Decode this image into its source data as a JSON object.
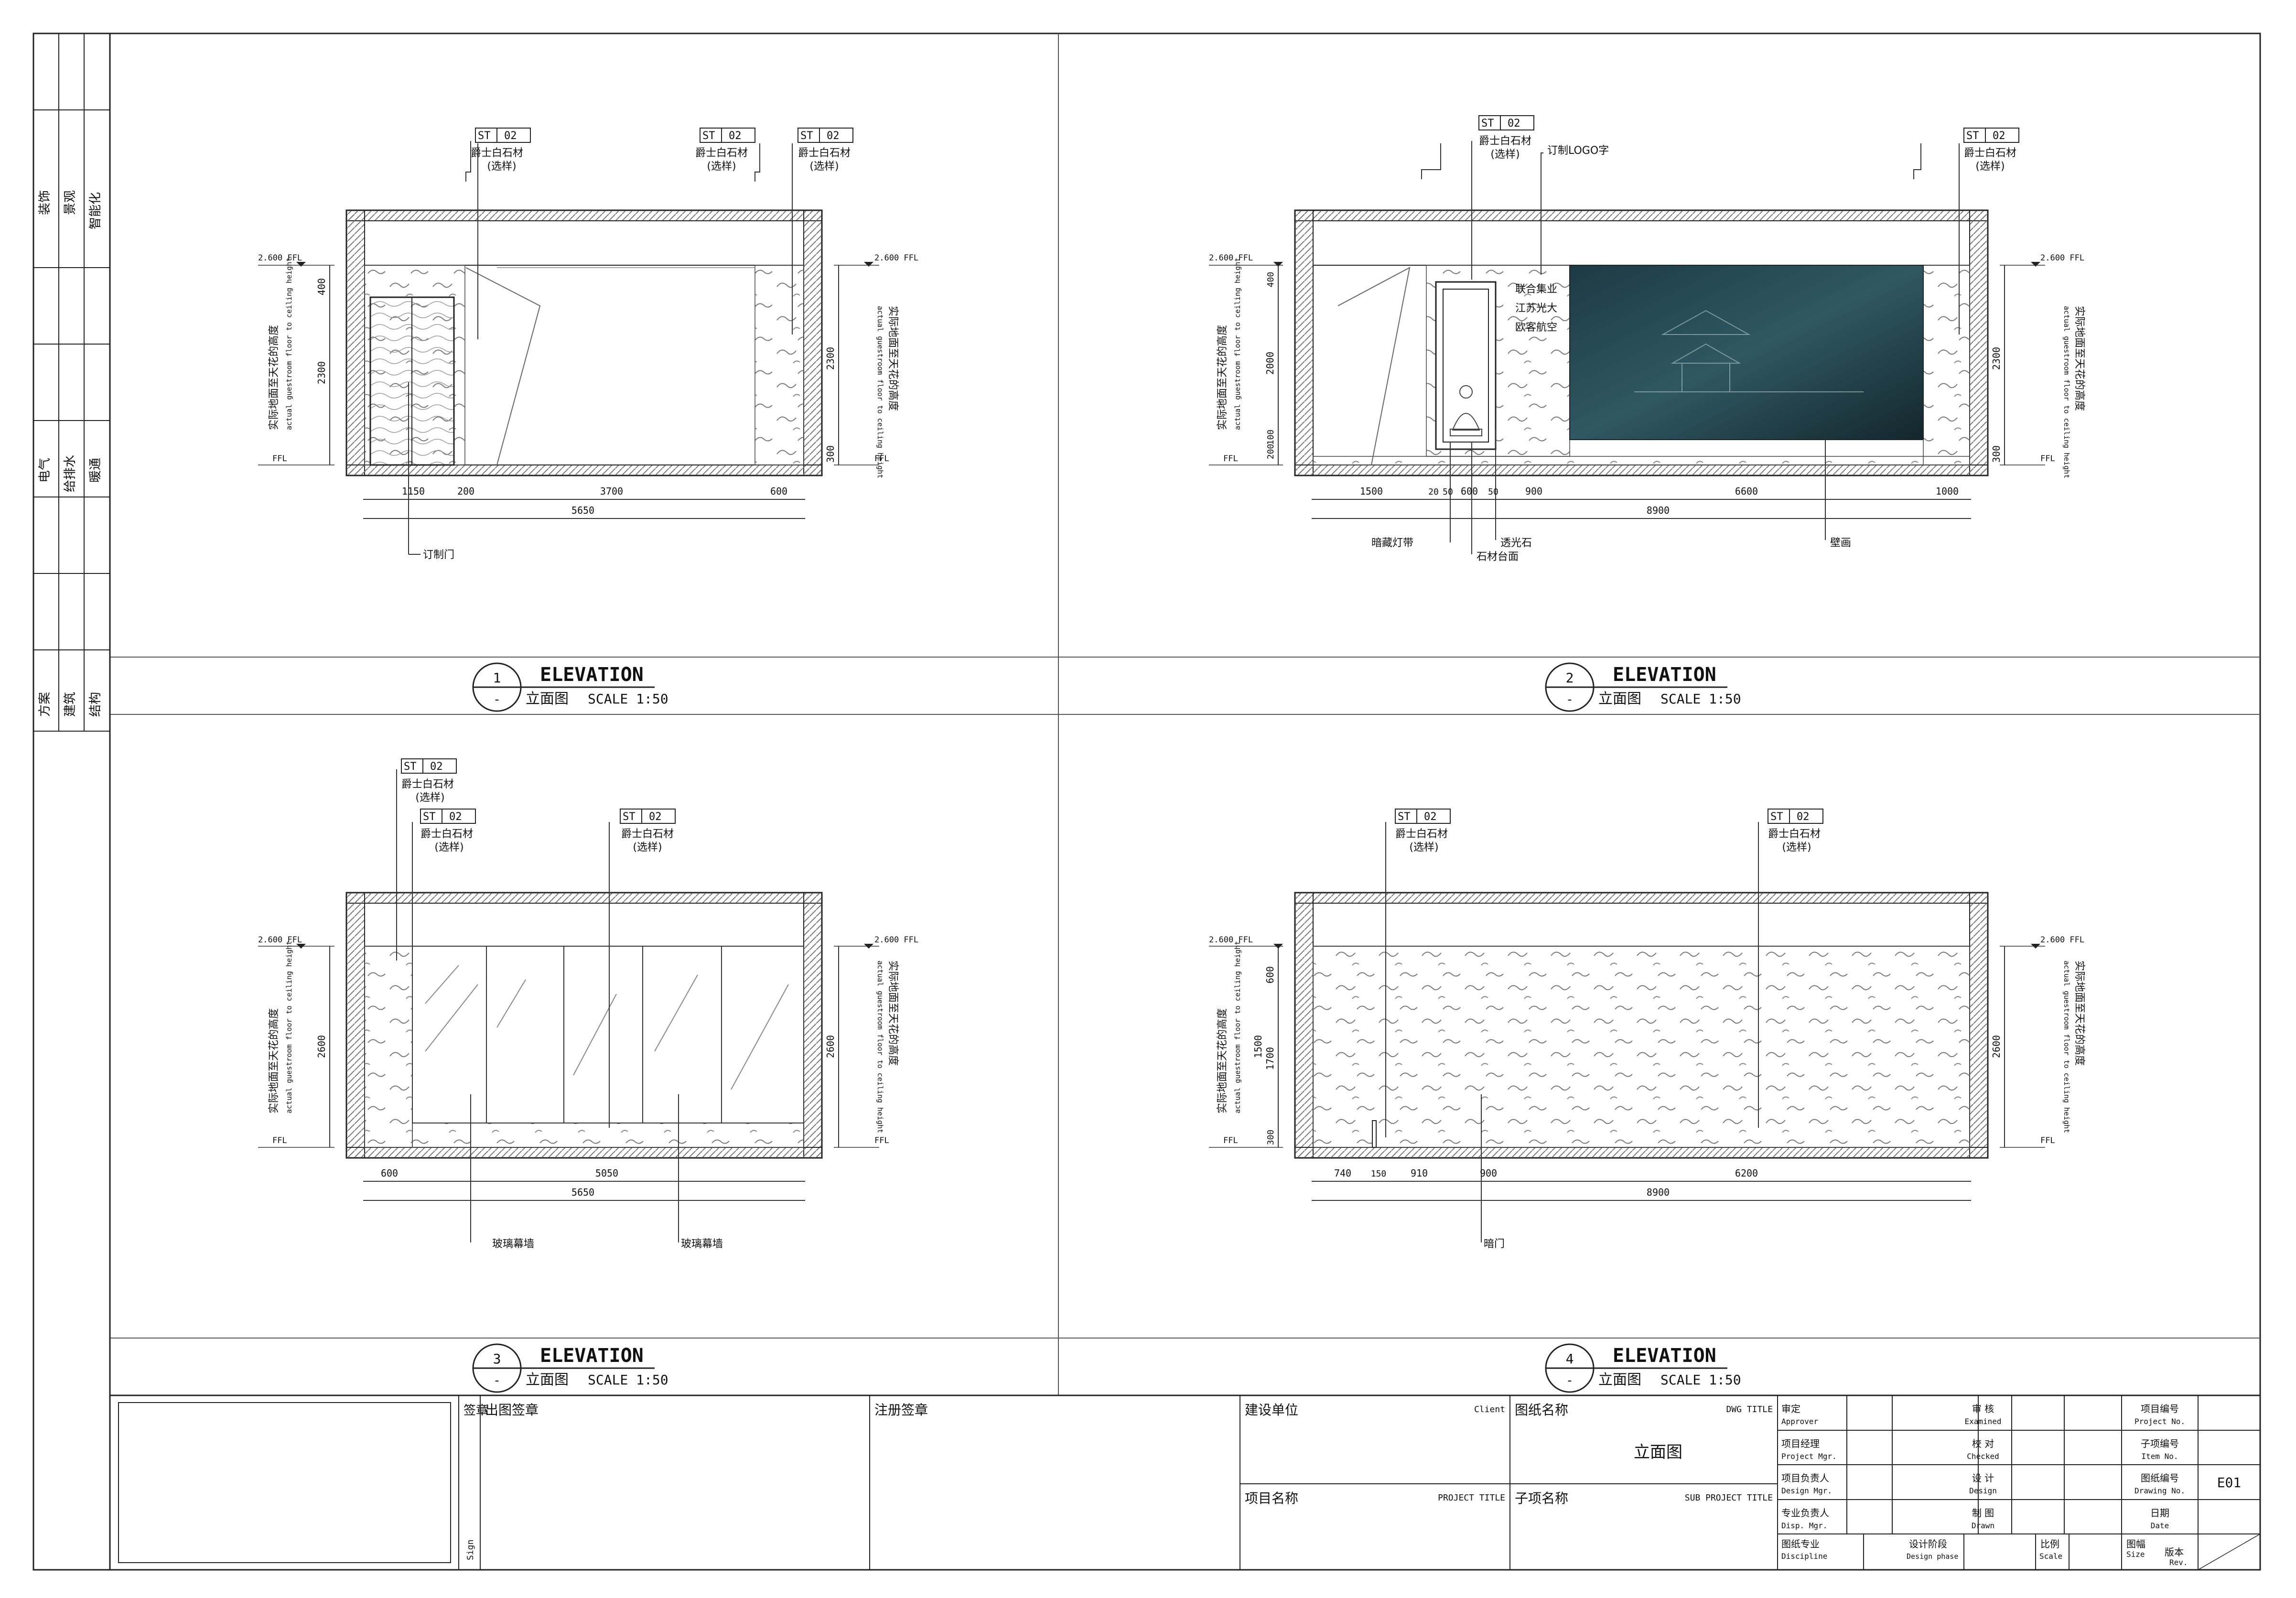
{
  "side_labels": {
    "col1": [
      "方案",
      "建筑",
      "结构"
    ],
    "col2": [
      "电气",
      "给排水",
      "暖通"
    ],
    "col3": [
      "装饰",
      "景观",
      "智能化"
    ]
  },
  "common": {
    "ffl": "FFL",
    "ffl_level": "2.600 FFL",
    "ceiling_cn": "实际地面至天花的高度",
    "ceiling_en": "actual guestroom floor to ceiling height",
    "st_code": "ST",
    "st_num": "02",
    "stone_a": "爵士白石材",
    "stone_b": "(选样)"
  },
  "elevations": [
    {
      "number": "1",
      "sub": "-",
      "title": "ELEVATION",
      "subtitle": "立面图",
      "scale": "SCALE 1:50",
      "dims_h": [
        "1150",
        "200",
        "3700",
        "600"
      ],
      "dim_total": "5650",
      "dims_v": [
        "400",
        "2300"
      ],
      "dims_v_right": [
        "2300",
        "300"
      ],
      "labels": [
        "订制门"
      ]
    },
    {
      "number": "2",
      "sub": "-",
      "title": "ELEVATION",
      "subtitle": "立面图",
      "scale": "SCALE 1:50",
      "dims_h": [
        "1500",
        "20",
        "50",
        "600",
        "50",
        "900",
        "6600",
        "1000"
      ],
      "dim_total": "8900",
      "dims_v": [
        "400",
        "2000",
        "200",
        "100"
      ],
      "dims_v_right": [
        "2300",
        "300"
      ],
      "labels": [
        "暗藏灯带",
        "石材台面",
        "透光石",
        "订制LOGO字",
        "壁画"
      ],
      "logo_lines": [
        "联合集业",
        "江苏光大",
        "欧客航空"
      ]
    },
    {
      "number": "3",
      "sub": "-",
      "title": "ELEVATION",
      "subtitle": "立面图",
      "scale": "SCALE 1:50",
      "dims_h": [
        "600",
        "5050"
      ],
      "dim_total": "5650",
      "dims_v": [
        "2600"
      ],
      "dims_v_right": [
        "2600"
      ],
      "labels": [
        "玻璃幕墙",
        "玻璃幕墙"
      ]
    },
    {
      "number": "4",
      "sub": "-",
      "title": "ELEVATION",
      "subtitle": "立面图",
      "scale": "SCALE 1:50",
      "dims_h": [
        "740",
        "150",
        "910",
        "900",
        "6200"
      ],
      "dim_total": "8900",
      "dims_v": [
        "600",
        "1700",
        "1500",
        "300"
      ],
      "dims_v_right": [
        "2600"
      ],
      "labels": [
        "暗门"
      ]
    }
  ],
  "title_block": {
    "sign_label": "签章",
    "sign_en": "Sign",
    "issue_stamp": "出图签章",
    "reg_stamp": "注册签章",
    "client_cn": "建设单位",
    "client_en": "Client",
    "project_cn": "项目名称",
    "project_en": "PROJECT TITLE",
    "dwg_cn": "图纸名称",
    "dwg_en": "DWG TITLE",
    "dwg_value": "立面图",
    "sub_cn": "子项名称",
    "sub_en": "SUB PROJECT TITLE",
    "roles": [
      {
        "cn": "审定",
        "en": "Approver"
      },
      {
        "cn": "项目经理",
        "en": "Project Mgr."
      },
      {
        "cn": "项目负责人",
        "en": "Design Mgr."
      },
      {
        "cn": "专业负责人",
        "en": "Disp. Mgr."
      }
    ],
    "roles2": [
      {
        "cn": "审 核",
        "en": "Examined"
      },
      {
        "cn": "校 对",
        "en": "Checked"
      },
      {
        "cn": "设 计",
        "en": "Design"
      },
      {
        "cn": "制 图",
        "en": "Drawn"
      }
    ],
    "ids": [
      {
        "cn": "项目编号",
        "en": "Project No."
      },
      {
        "cn": "子项编号",
        "en": "Item No."
      },
      {
        "cn": "图纸编号",
        "en": "Drawing No."
      },
      {
        "cn": "日期",
        "en": "Date"
      }
    ],
    "drawing_no": "E01",
    "discipline_cn": "图纸专业",
    "discipline_en": "Discipline",
    "phase_cn": "设计阶段",
    "phase_en": "Design phase",
    "scale_cn": "比例",
    "scale_en": "Scale",
    "size_cn": "图幅",
    "size_en": "Size",
    "rev_cn": "版本",
    "rev_en": "Rev."
  }
}
